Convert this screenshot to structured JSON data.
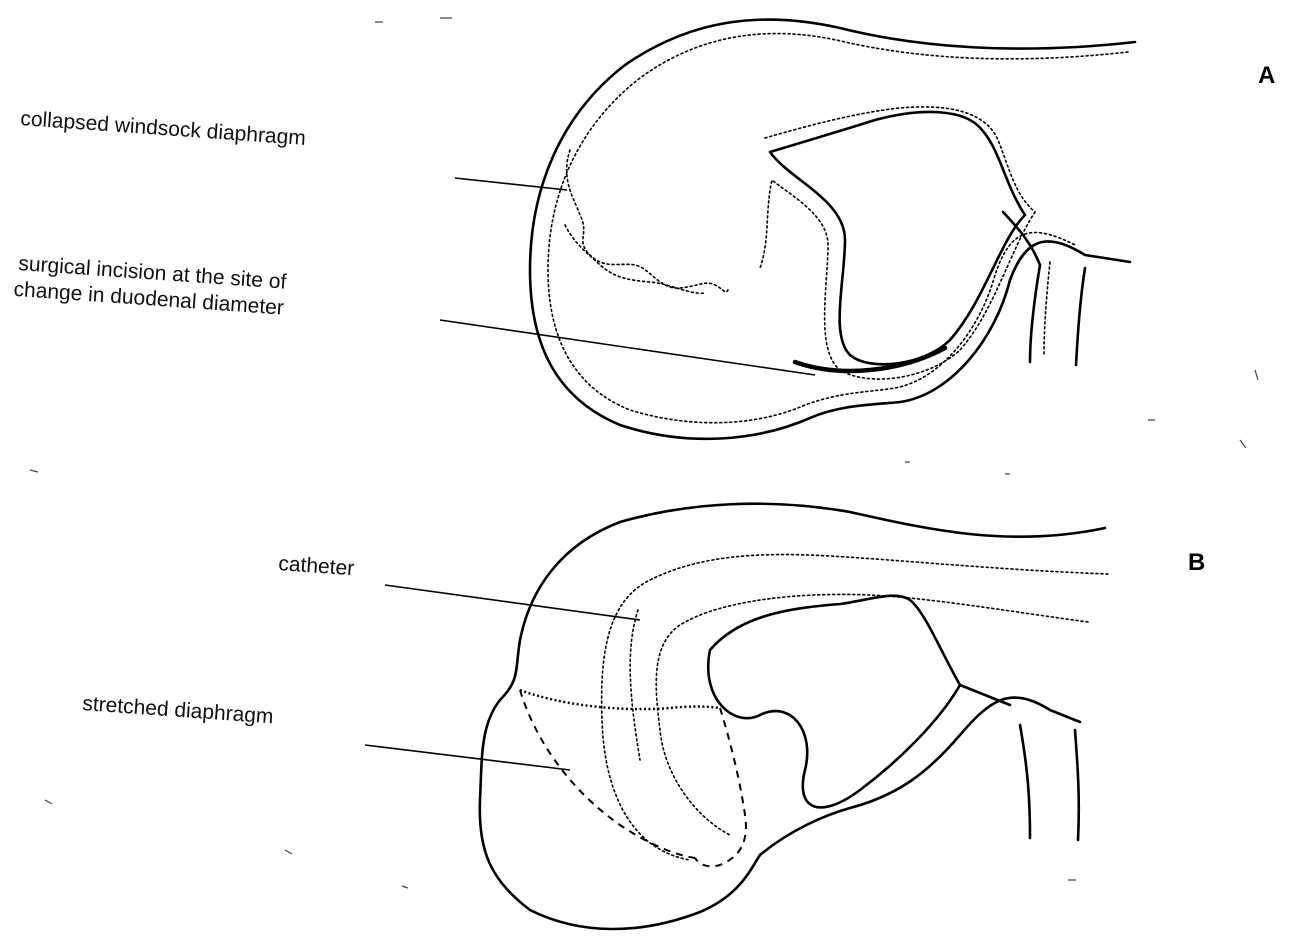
{
  "panels": {
    "a": {
      "letter": "A",
      "labels": {
        "collapsed_windsock": "collapsed windsock diaphragm",
        "incision_line1": "surgical incision at the site of",
        "incision_line2": "change in duodenal diameter"
      }
    },
    "b": {
      "letter": "B",
      "labels": {
        "catheter": "catheter",
        "stretched": "stretched diaphragm"
      }
    }
  }
}
